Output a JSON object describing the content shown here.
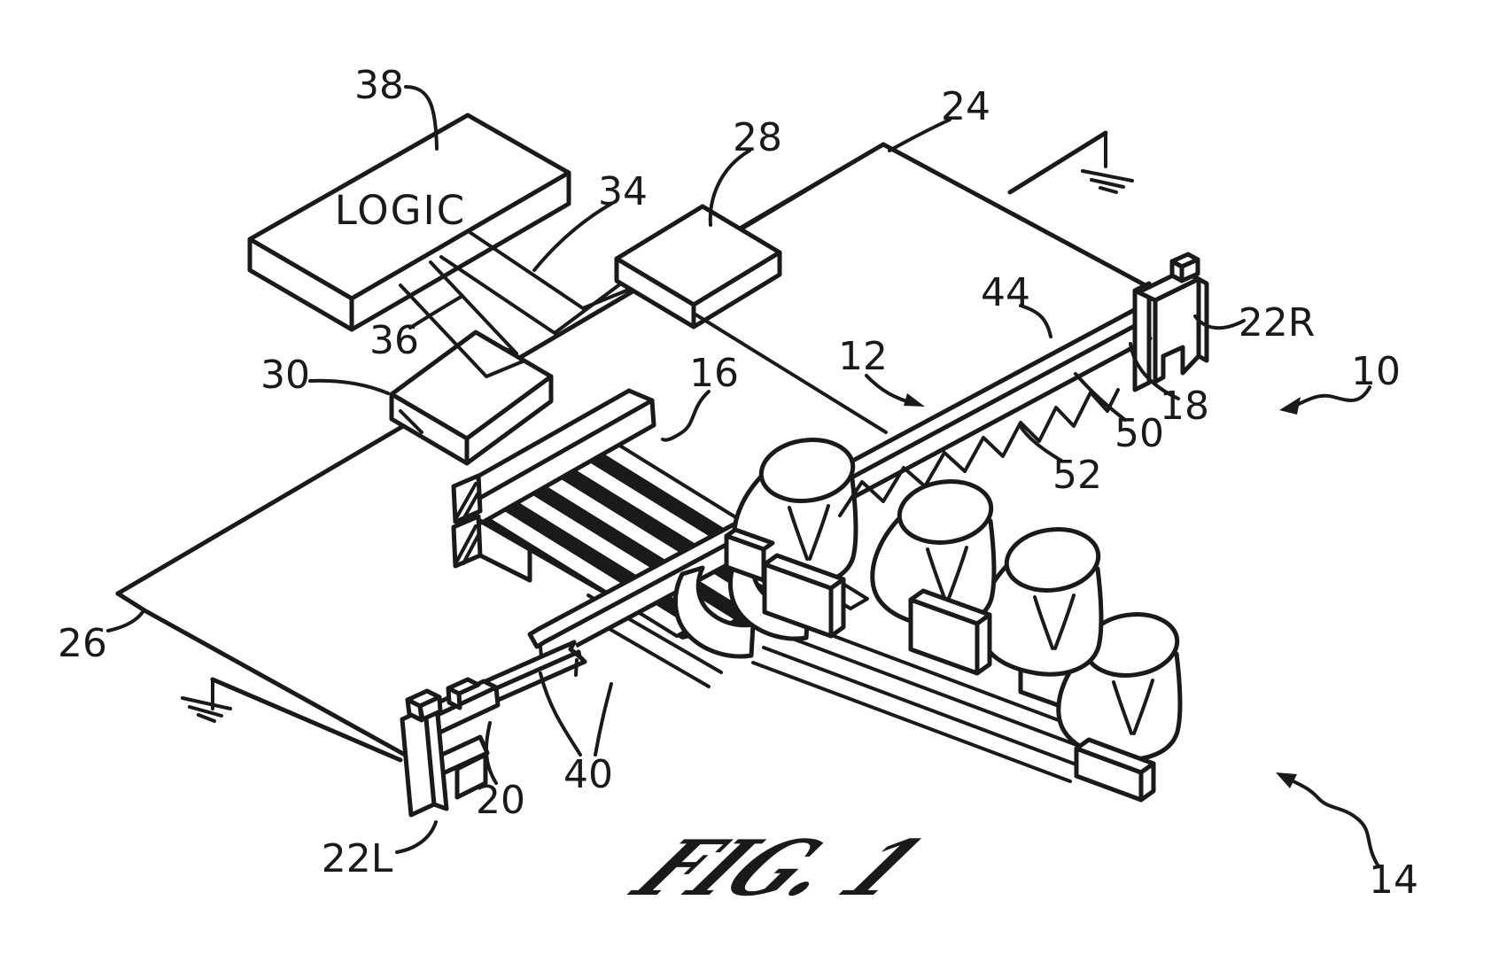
{
  "figure": {
    "type": "patent-line-drawing",
    "caption": "FIG. 1",
    "logic_box_label": "LOGIC",
    "ink_color": "#1a1a1a",
    "background_color": "#ffffff",
    "ref_labels": [
      {
        "text": "38"
      },
      {
        "text": "28"
      },
      {
        "text": "24"
      },
      {
        "text": "34"
      },
      {
        "text": "36"
      },
      {
        "text": "30"
      },
      {
        "text": "16"
      },
      {
        "text": "12"
      },
      {
        "text": "44"
      },
      {
        "text": "22R"
      },
      {
        "text": "10"
      },
      {
        "text": "18"
      },
      {
        "text": "50"
      },
      {
        "text": "52"
      },
      {
        "text": "26"
      },
      {
        "text": "40"
      },
      {
        "text": "20"
      },
      {
        "text": "22L"
      },
      {
        "text": "14"
      }
    ]
  }
}
